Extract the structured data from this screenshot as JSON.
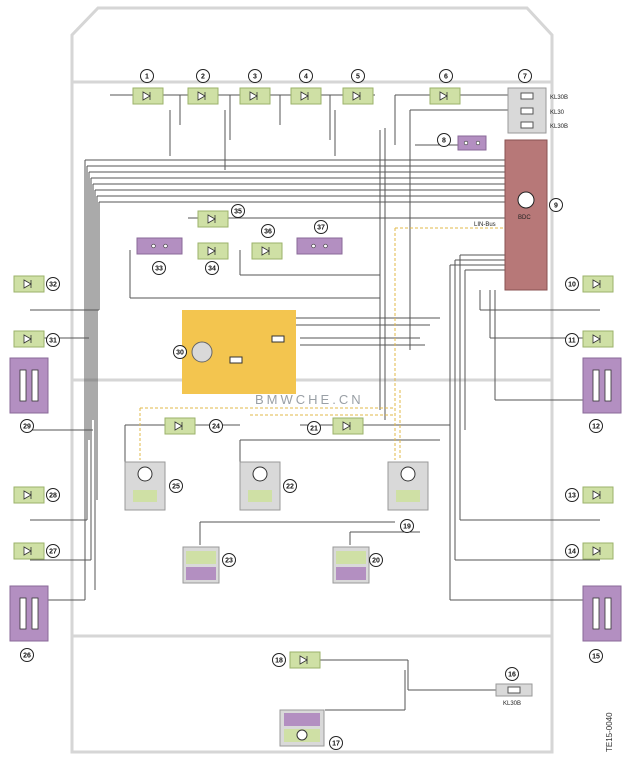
{
  "callouts": [
    "1",
    "2",
    "3",
    "4",
    "5",
    "6",
    "7",
    "8",
    "9",
    "10",
    "11",
    "12",
    "13",
    "14",
    "15",
    "16",
    "17",
    "18",
    "19",
    "20",
    "21",
    "22",
    "23",
    "24",
    "25",
    "26",
    "27",
    "28",
    "29",
    "30",
    "31",
    "32",
    "33",
    "34",
    "35",
    "36",
    "37"
  ],
  "fuse_labels": {
    "f1": "KL30B",
    "f2": "KL30",
    "f3": "KL30B",
    "kl30b_bottom": "KL30B"
  },
  "module_label": "BDC",
  "bus_label": "LIN-Bus",
  "watermark": "BMWCHE.CN",
  "figure_id": "TE15-0040",
  "colors": {
    "green": "#cfe0a5",
    "purple": "#b38fc1",
    "bdc": "#b77878",
    "yellow": "#f3c54f",
    "gray": "#d9d9d9",
    "wire": "#555555",
    "lin": "#e0b84a"
  }
}
